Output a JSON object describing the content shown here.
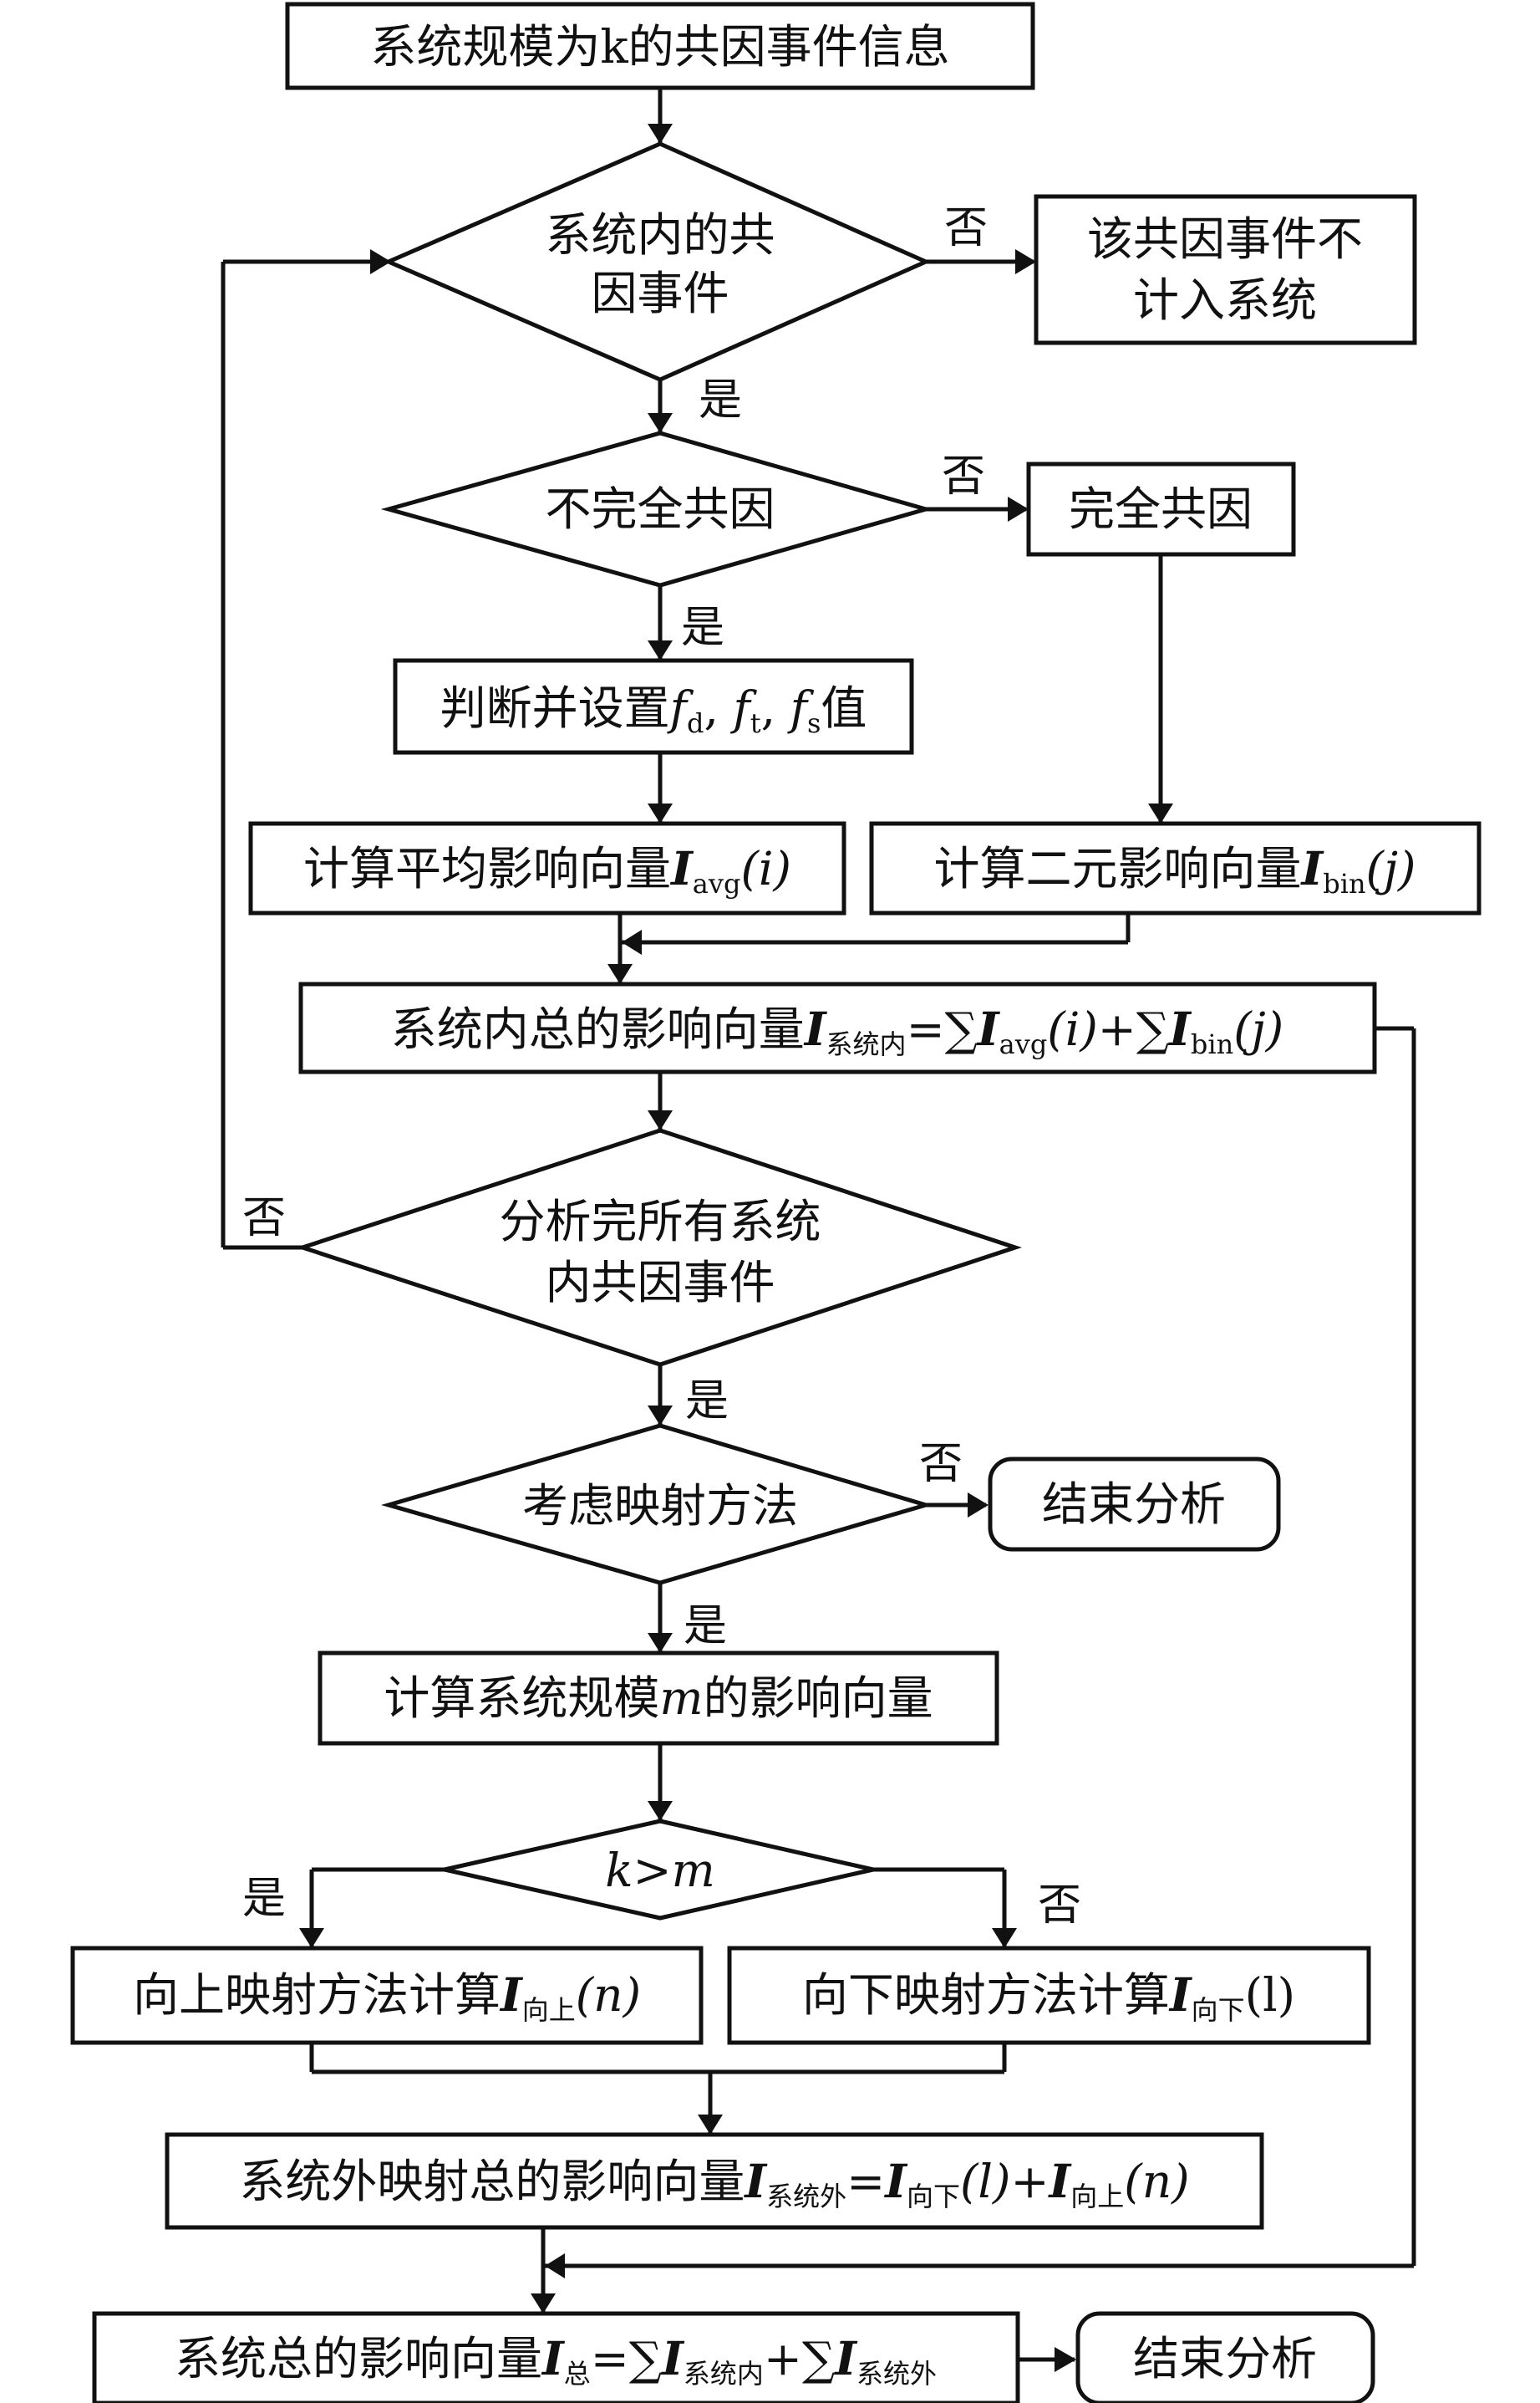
{
  "nodes": {
    "start": "系统规模为k的共因事件信息",
    "d_in_system": [
      "系统内的共",
      "因事件"
    ],
    "not_counted": [
      "该共因事件不",
      "计入系统"
    ],
    "d_incomplete": "不完全共因",
    "complete_cc": "完全共因",
    "set_f": {
      "pre": "判断并设置",
      "f1": "f",
      "s1": "d",
      "f2": "f",
      "s2": "t",
      "f3": "f",
      "s3": "s",
      "post": "值"
    },
    "avg_vec": {
      "pre": "计算平均影响向量",
      "var": "I",
      "sub": "avg",
      "arg": "(i)"
    },
    "bin_vec": {
      "pre": "计算二元影响向量",
      "var": "I",
      "sub": "bin",
      "arg": "(j)"
    },
    "total_in": {
      "pre": "系统内总的影响向量",
      "var": "I",
      "sub": "系统内",
      "eq": "=∑",
      "var2": "I",
      "sub2": "avg",
      "arg2": "(i)+∑",
      "var3": "I",
      "sub3": "bin",
      "arg3": "(j)"
    },
    "d_all_done": [
      "分析完所有系统",
      "内共因事件"
    ],
    "d_mapping": "考虑映射方法",
    "end1": "结束分析",
    "calc_m": {
      "pre": "计算系统规模",
      "var": "m",
      "post": "的影响向量"
    },
    "d_k_m": "k>m",
    "up_map": {
      "pre": "向上映射方法计算",
      "var": "I",
      "sub": "向上",
      "arg": "(n)"
    },
    "down_map": {
      "pre": "向下映射方法计算",
      "var": "I",
      "sub": "向下",
      "arg": "(l)"
    },
    "total_out": {
      "pre": "系统外映射总的影响向量",
      "var": "I",
      "sub": "系统外",
      "eq": "=",
      "var2": "I",
      "sub2": "向下",
      "arg2": "(l)+",
      "var3": "I",
      "sub3": "向上",
      "arg3": "(n)"
    },
    "total": {
      "pre": "系统总的影响向量",
      "var": "I",
      "sub": "总",
      "eq": "=∑",
      "var2": "I",
      "sub2": "系统内",
      "mid": "+∑",
      "var3": "I",
      "sub3": "系统外"
    },
    "end2": "结束分析"
  },
  "edge_labels": {
    "yes": "是",
    "no": "否"
  }
}
